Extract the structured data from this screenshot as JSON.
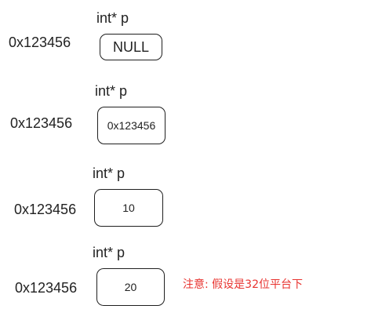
{
  "rows": [
    {
      "type_label": "int* p",
      "address": "0x123456",
      "value": "NULL"
    },
    {
      "type_label": "int* p",
      "address": "0x123456",
      "value": "0x123456"
    },
    {
      "type_label": "int* p",
      "address": "0x123456",
      "value": "10"
    },
    {
      "type_label": "int* p",
      "address": "0x123456",
      "value": "20"
    }
  ],
  "note": "注意: 假设是32位平台下",
  "colors": {
    "text": "#222222",
    "box_border": "#1f1f1f",
    "note": "#e8332f"
  }
}
